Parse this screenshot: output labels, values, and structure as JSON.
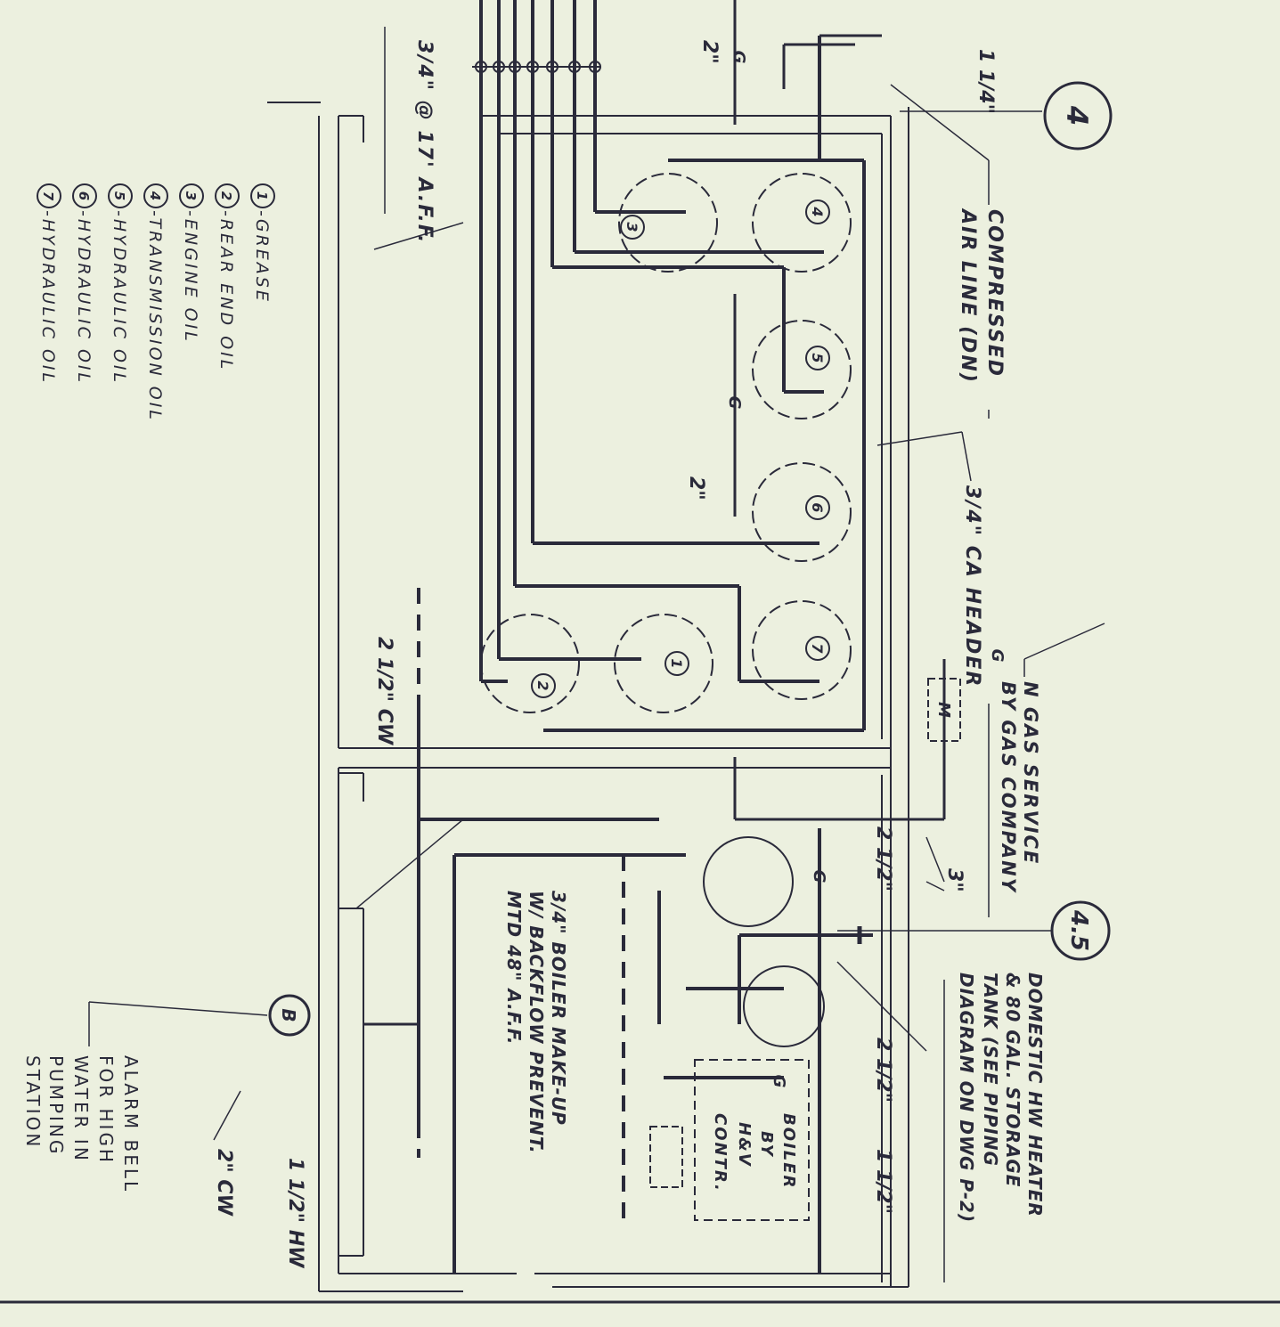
{
  "legend": {
    "items": [
      {
        "num": "1",
        "label": "-GREASE"
      },
      {
        "num": "2",
        "label": "-REAR END OIL"
      },
      {
        "num": "3",
        "label": "-ENGINE OIL"
      },
      {
        "num": "4",
        "label": "-TRANSMISSION OIL"
      },
      {
        "num": "5",
        "label": "-HYDRAULIC OIL"
      },
      {
        "num": "6",
        "label": "-HYDRAULIC OIL"
      },
      {
        "num": "7",
        "label": "-HYDRAULIC OIL"
      }
    ]
  },
  "callouts": {
    "detail_4": "4",
    "detail_45": "4.5",
    "compressed_air_1": "COMPRESSED",
    "compressed_air_2": "AIR LINE (DN)",
    "ca_header": "3/4\" CA HEADER",
    "gas_1": "N GAS SERVICE",
    "gas_2": "BY GAS COMPANY",
    "dhw_1": "DOMESTIC HW HEATER",
    "dhw_2": "& 80 GAL. STORAGE",
    "dhw_3": "TANK (SEE PIPING",
    "dhw_4": "DIAGRAM ON DWG P-2)",
    "boiler_1": "BOILER",
    "boiler_2": "BY",
    "boiler_3": "H&V",
    "boiler_4": "CONTR.",
    "makeup_1": "3/4\" BOILER MAKE-UP",
    "makeup_2": "W/ BACKFLOW PREVENT.",
    "makeup_3": "MTD 48\" A.F.F.",
    "alarm_1": "ALARM BELL",
    "alarm_2": "FOR HIGH",
    "alarm_3": "WATER IN",
    "alarm_4": "PUMPING",
    "alarm_5": "STATION",
    "aff": "3/4\" @ 17' A.F.F.",
    "cw_25": "2 1/2\" CW",
    "cw_2": "2\" CW",
    "hw_15": "1 1/2\" HW",
    "size_2a": "2\"",
    "size_2b": "2\"",
    "size_114": "1 1/4\"",
    "size_212a": "2 1/2\"",
    "size_212b": "2 1/2\"",
    "size_3": "3\"",
    "size_112": "1 1/2\"",
    "meter": "M",
    "gas_g1": "G",
    "gas_g2": "G",
    "gas_g3": "G",
    "gas_g4": "G",
    "gas_g5": "G",
    "bell": "B"
  }
}
